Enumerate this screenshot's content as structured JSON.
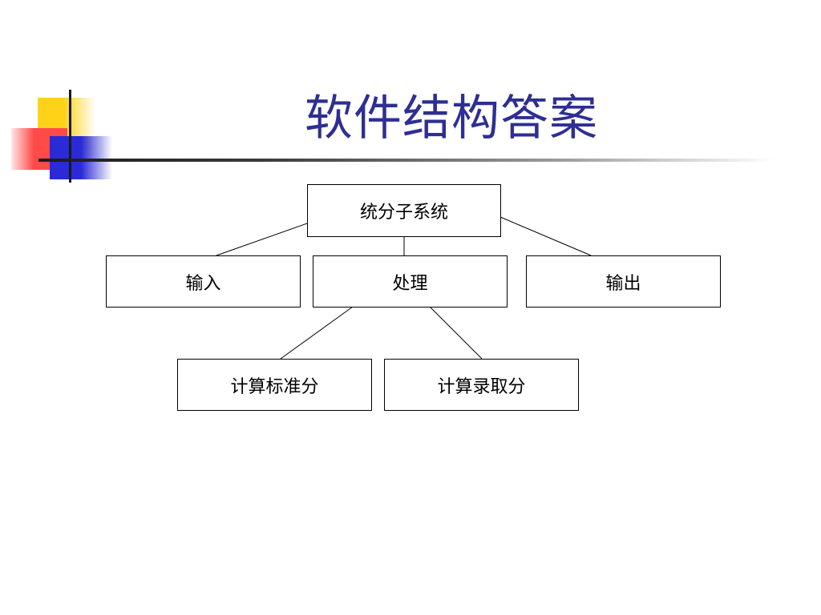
{
  "slide": {
    "title": "软件结构答案"
  },
  "diagram": {
    "root": {
      "label": "统分子系统"
    },
    "level1": [
      {
        "label": "输入"
      },
      {
        "label": "处理"
      },
      {
        "label": "输出"
      }
    ],
    "level2": [
      {
        "label": "计算标准分"
      },
      {
        "label": "计算录取分"
      }
    ]
  },
  "colors": {
    "title": "#2e2e94",
    "deco_yellow": "#ffd21a",
    "deco_red": "#ff4a4a",
    "deco_blue": "#2a2ad6"
  }
}
